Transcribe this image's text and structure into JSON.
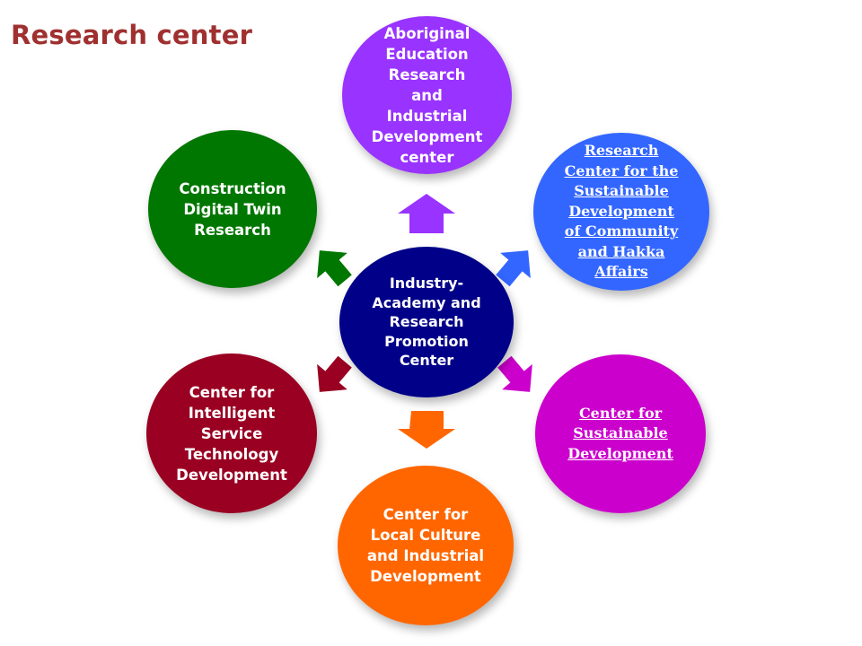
{
  "title": "Research center",
  "center": {
    "label": "Industry-\nAcademy and\nResearch\nPromotion\nCenter",
    "color": "#000088"
  },
  "nodes": [
    {
      "id": "aboriginal",
      "label": "Aboriginal\nEducation\nResearch\nand\nIndustrial\nDevelopment\ncenter",
      "color": "#9933ff",
      "link": false
    },
    {
      "id": "community-hakka",
      "label": "Research\nCenter for the\nSustainable\nDevelopment\nof Community\nand Hakka\nAffairs",
      "color": "#3366ff",
      "link": true
    },
    {
      "id": "sustainable",
      "label": "Center for\nSustainable\nDevelopment",
      "color": "#cc00cc",
      "link": true
    },
    {
      "id": "local-culture",
      "label": "Center for\nLocal Culture\nand Industrial\nDevelopment",
      "color": "#ff6600",
      "link": false
    },
    {
      "id": "intelligent-service",
      "label": "Center for\nIntelligent\nService\nTechnology\nDevelopment",
      "color": "#990022",
      "link": false
    },
    {
      "id": "digital-twin",
      "label": "Construction\nDigital Twin\nResearch",
      "color": "#007700",
      "link": false
    }
  ]
}
